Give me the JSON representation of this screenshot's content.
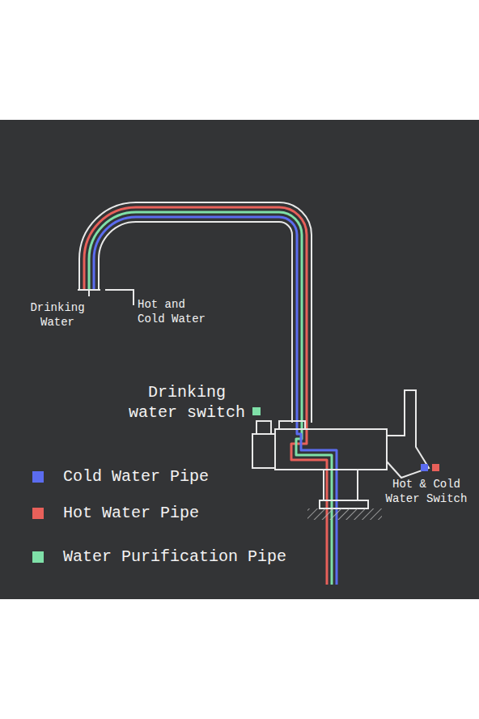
{
  "diagram": {
    "labels": [
      "Drinking Water",
      "Hot and Cold Water",
      "Drinking water switch",
      "Hot & Cold Water Switch"
    ],
    "legend": [
      {
        "text": "Cold Water Pipe",
        "color": "#5b6cf0"
      },
      {
        "text": "Hot Water Pipe",
        "color": "#e8605a"
      },
      {
        "text": "Water Purification Pipe",
        "color": "#7fe0a8"
      }
    ]
  }
}
